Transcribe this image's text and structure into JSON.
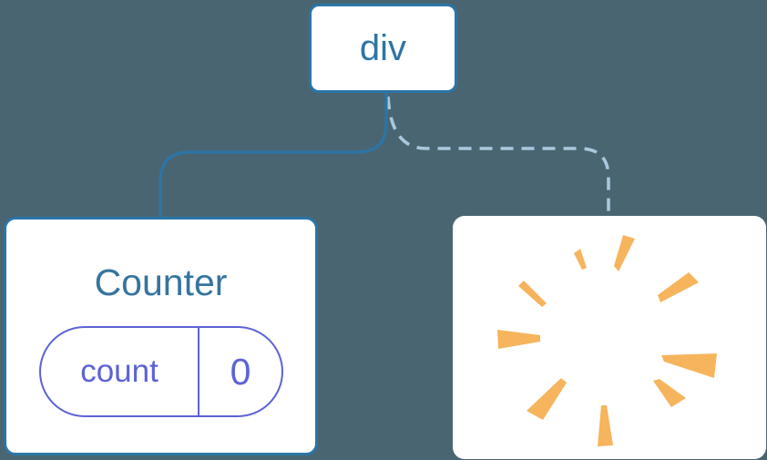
{
  "diagram": {
    "description": "component tree with root div, kept Counter component with state, and removed (poofed) child",
    "root": {
      "label": "div"
    },
    "children": [
      {
        "kind": "component-card",
        "title": "Counter",
        "state": {
          "key": "count",
          "value": "0"
        },
        "connector": "solid"
      },
      {
        "kind": "removed-card",
        "icon": "poof-burst-icon",
        "connector": "dashed"
      }
    ]
  },
  "colors": {
    "background": "#4a6572",
    "card_background": "#ffffff",
    "node_border": "#2b75a7",
    "solid_link": "#2b75a7",
    "dashed_link": "#a9c8dc",
    "root_label_text": "#2e74a6",
    "counter_title_text": "#35749f",
    "state_pill_accent": "#5d62d6",
    "poof_orange": "#f6b45c"
  }
}
